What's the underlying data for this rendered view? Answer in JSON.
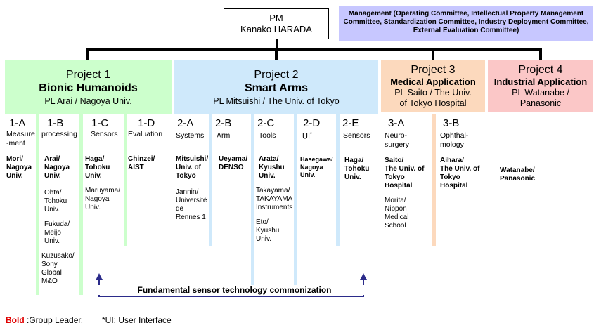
{
  "pm": {
    "line1": "PM",
    "line2": "Kanako HARADA"
  },
  "management": {
    "text": "Management (Operating Committee, Intellectual Property Management Committee, Standardization Committee, Industry Deployment Committee, External Evaluation Committee)"
  },
  "projects": [
    {
      "title": "Project 1",
      "name": "Bionic Humanoids",
      "pl": "PL Arai / Nagoya Univ."
    },
    {
      "title": "Project 2",
      "name": "Smart Arms",
      "pl": "PL Mitsuishi / The Univ. of Tokyo"
    },
    {
      "title": "Project 3",
      "name": "Medical Application",
      "pl_line1": "PL Saito / The Univ.",
      "pl_line2": "of Tokyo Hospital"
    },
    {
      "title": "Project 4",
      "name": "Industrial Application",
      "pl_line1": "PL Watanabe /",
      "pl_line2": "Panasonic"
    }
  ],
  "groups": {
    "g1a": {
      "id": "1-A",
      "name_line1": "Measure",
      "name_line2": "-ment",
      "leader_line1": "Mori/",
      "leader_line2": "Nagoya",
      "leader_line3": "Univ."
    },
    "g1b": {
      "id": "1-B",
      "name": "processing",
      "leader_line1": "Arai/",
      "leader_line2": "Nagoya",
      "leader_line3": "Univ.",
      "m1_line1": "Ohta/",
      "m1_line2": "Tohoku",
      "m1_line3": "Univ.",
      "m2_line1": "Fukuda/",
      "m2_line2": "Meijo",
      "m2_line3": "Univ.",
      "m3_line1": "Kuzusako/",
      "m3_line2": "Sony",
      "m3_line3": "Global",
      "m3_line4": "M&O"
    },
    "g1c": {
      "id": "1-C",
      "name": "Sensors",
      "leader_line1": "Haga/",
      "leader_line2": "Tohoku",
      "leader_line3": "Univ.",
      "m1_line1": "Maruyama/",
      "m1_line2": "Nagoya",
      "m1_line3": "Univ."
    },
    "g1d": {
      "id": "1-D",
      "name": "Evaluation",
      "leader_line1": "Chinzei/",
      "leader_line2": "AIST"
    },
    "g2a": {
      "id": "2-A",
      "name": "Systems",
      "leader_line1": "Mitsuishi/",
      "leader_line2": "Univ. of",
      "leader_line3": "Tokyo",
      "m1_line1": "Jannin/",
      "m1_line2": "Université",
      "m1_line3": "de",
      "m1_line4": "Rennes 1"
    },
    "g2b": {
      "id": "2-B",
      "name": "Arm",
      "leader_line1": "Ueyama/",
      "leader_line2": "DENSO"
    },
    "g2c": {
      "id": "2-C",
      "name": "Tools",
      "leader_line1": "Arata/",
      "leader_line2": "Kyushu",
      "leader_line3": "Univ.",
      "m1_line1": "Takayama/",
      "m1_line2": "TAKAYAMA",
      "m1_line3": "Instruments",
      "m2_line1": "Eto/",
      "m2_line2": "Kyushu",
      "m2_line3": "Univ."
    },
    "g2d": {
      "id": "2-D",
      "name": "UI",
      "sup": "*",
      "leader_line1": "Hasegawa/",
      "leader_line2": "Nagoya",
      "leader_line3": "Univ."
    },
    "g2e": {
      "id": "2-E",
      "name": "Sensors",
      "leader_line1": "Haga/",
      "leader_line2": "Tohoku",
      "leader_line3": "Univ."
    },
    "g3a": {
      "id": "3-A",
      "name_line1": "Neuro-",
      "name_line2": "surgery",
      "leader_line1": "Saito/",
      "leader_line2": "The Univ. of",
      "leader_line3": "Tokyo",
      "leader_line4": "Hospital",
      "m1_line1": "Morita/",
      "m1_line2": "Nippon",
      "m1_line3": "Medical",
      "m1_line4": "School"
    },
    "g3b": {
      "id": "3-B",
      "name_line1": "Ophthal-",
      "name_line2": "mology",
      "leader_line1": "Aihara/",
      "leader_line2": "The Univ. of",
      "leader_line3": "Tokyo",
      "leader_line4": "Hospital"
    },
    "g4": {
      "leader_line1": "Watanabe/",
      "leader_line2": "Panasonic"
    }
  },
  "bracket": {
    "label": "Fundamental sensor technology commonization"
  },
  "footer": {
    "bold_word": "Bold",
    "legend_rest": ":Group Leader,",
    "ui_note": "*UI: User Interface"
  },
  "colors": {
    "management": "#c7c7ff",
    "project1": "#ccffcc",
    "project2": "#cfe9fb",
    "project3": "#fcd9bd",
    "project4": "#fbc7c7",
    "bracket": "#2b2b8a",
    "legend_red": "#e00000"
  }
}
